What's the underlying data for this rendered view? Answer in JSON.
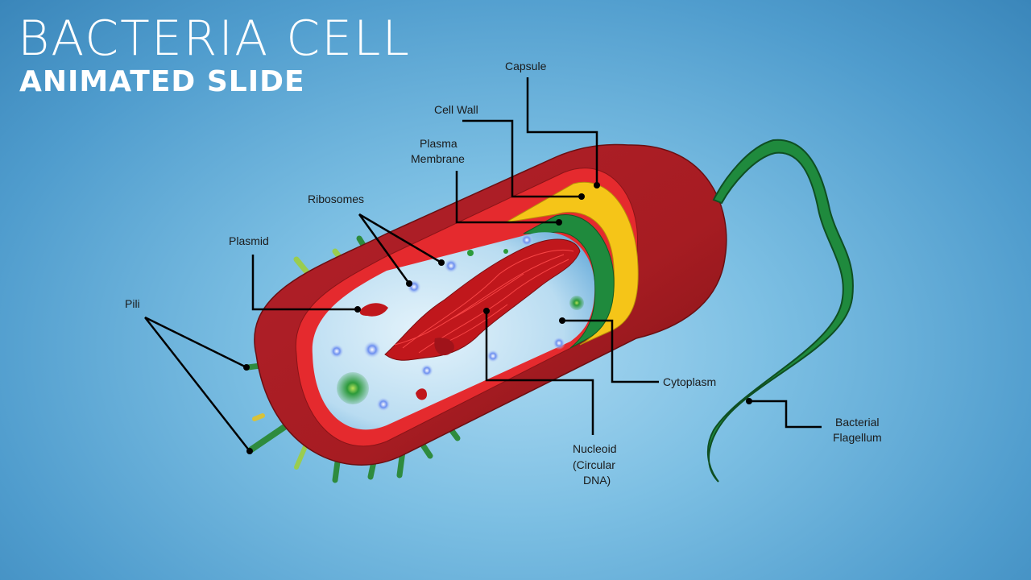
{
  "slide": {
    "title": "BACTERIA CELL",
    "subtitle": "ANIMATED SLIDE"
  },
  "labels": {
    "capsule": "Capsule",
    "cell_wall": "Cell Wall",
    "plasma_membrane_1": "Plasma",
    "plasma_membrane_2": "Membrane",
    "ribosomes": "Ribosomes",
    "plasmid": "Plasmid",
    "pili": "Pili",
    "cytoplasm": "Cytoplasm",
    "nucleoid_1": "Nucleoid",
    "nucleoid_2": "(Circular",
    "nucleoid_3": "DNA)",
    "flagellum_1": "Bacterial",
    "flagellum_2": "Flagellum"
  },
  "colors": {
    "capsule": "#9e1b1f",
    "cell_wall": "#f5c518",
    "plasma_membrane": "#1f8a3d",
    "inner_membrane": "#e52a2e",
    "cytoplasm": "#cfe8f7",
    "nucleoid": "#c0171c",
    "flagellum": "#1f8a3d",
    "pili": "#2e8b3e"
  }
}
